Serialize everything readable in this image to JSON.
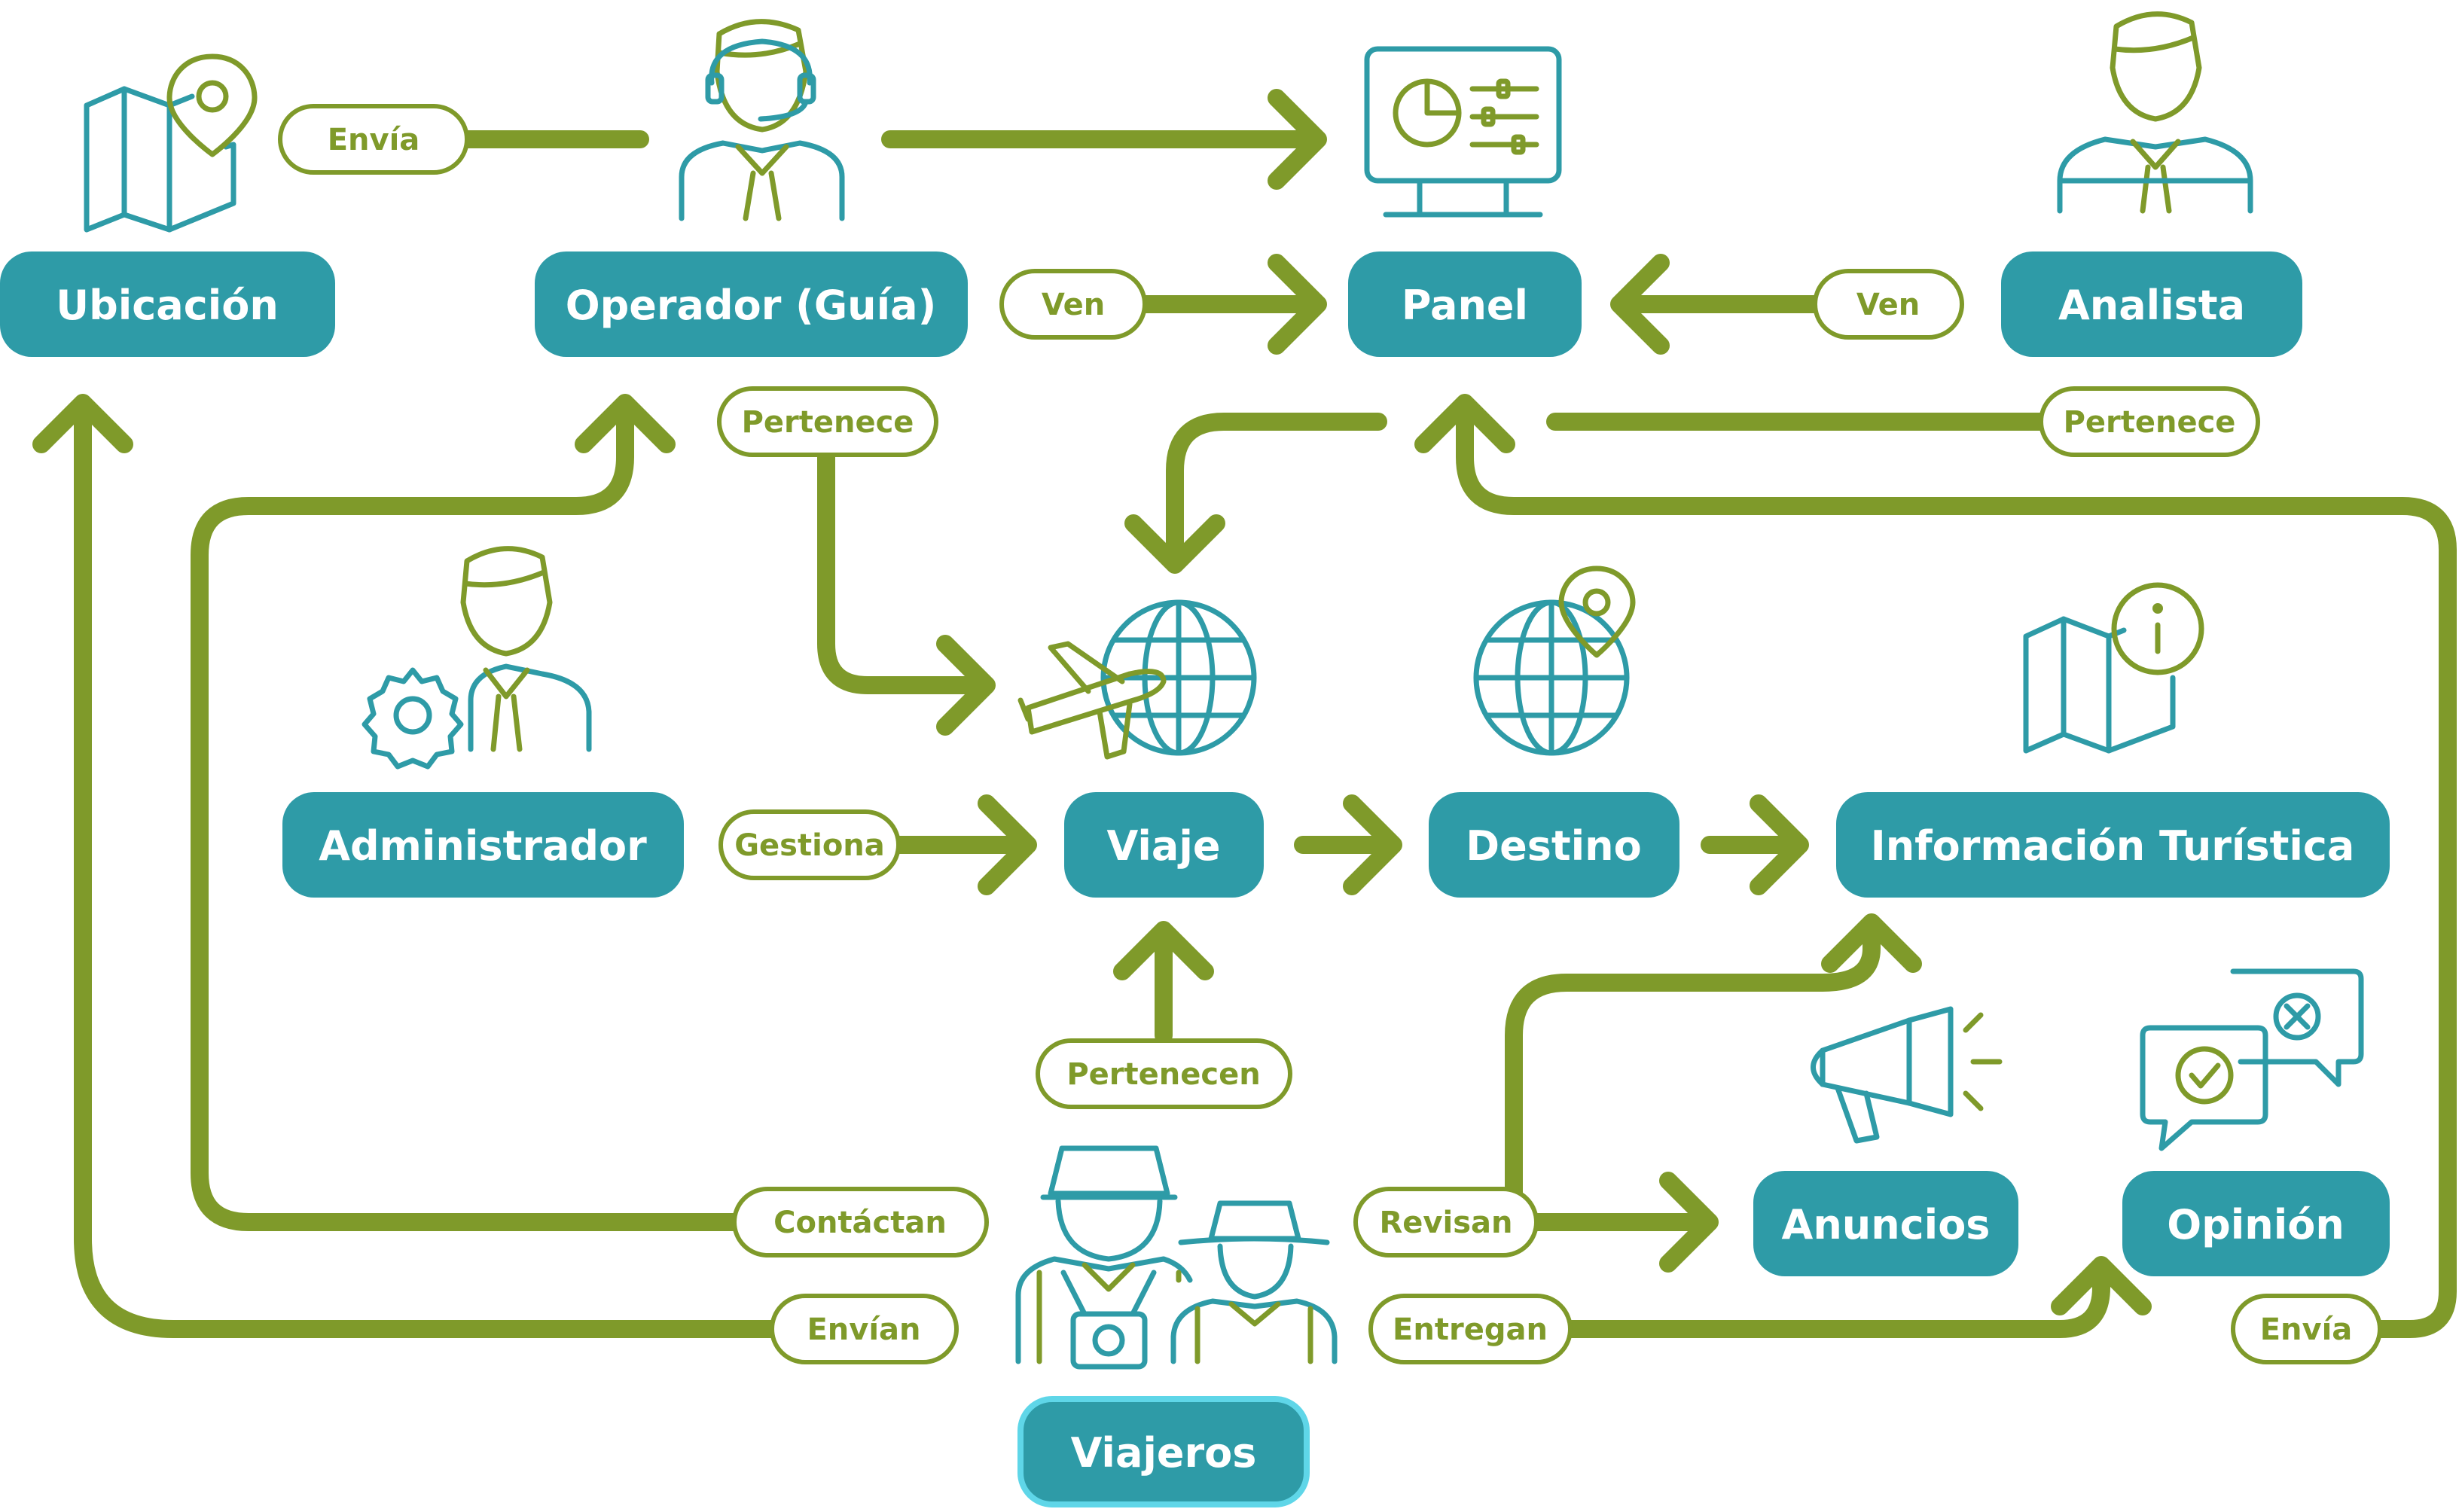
{
  "nodes": {
    "ubicacion": "Ubicación",
    "operador": "Operador (Guía)",
    "panel": "Panel",
    "analista": "Analista",
    "administrador": "Administrador",
    "viaje": "Viaje",
    "destino": "Destino",
    "informacion": "Información Turística",
    "anuncios": "Anuncios",
    "opinion": "Opinión",
    "viajeros": "Viajeros"
  },
  "edges": {
    "envia_top": "Envía",
    "ven_left": "Ven",
    "ven_right": "Ven",
    "pertenece_left": "Pertenece",
    "pertenece_right": "Pertenece",
    "gestiona": "Gestiona",
    "pertenecen": "Pertenecen",
    "contactan": "Contáctan",
    "envian": "Envían",
    "revisan": "Revisan",
    "entregan": "Entregan",
    "envia_bottom": "Envía"
  },
  "colors": {
    "node_fill": "#2e9ba7",
    "node_highlight_border": "#5fd6e8",
    "arrow": "#7f9a2a",
    "label_text": "#7f9a2a"
  },
  "icons": {
    "ubicacion": "map-pin-icon",
    "operador": "headset-operator-icon",
    "panel": "dashboard-monitor-icon",
    "analista": "analyst-person-icon",
    "administrador": "admin-gear-person-icon",
    "viaje": "plane-globe-icon",
    "destino": "globe-pin-icon",
    "informacion": "map-info-icon",
    "anuncios": "megaphone-icon",
    "opinion": "chat-feedback-icon",
    "viajeros": "travelers-icon"
  }
}
